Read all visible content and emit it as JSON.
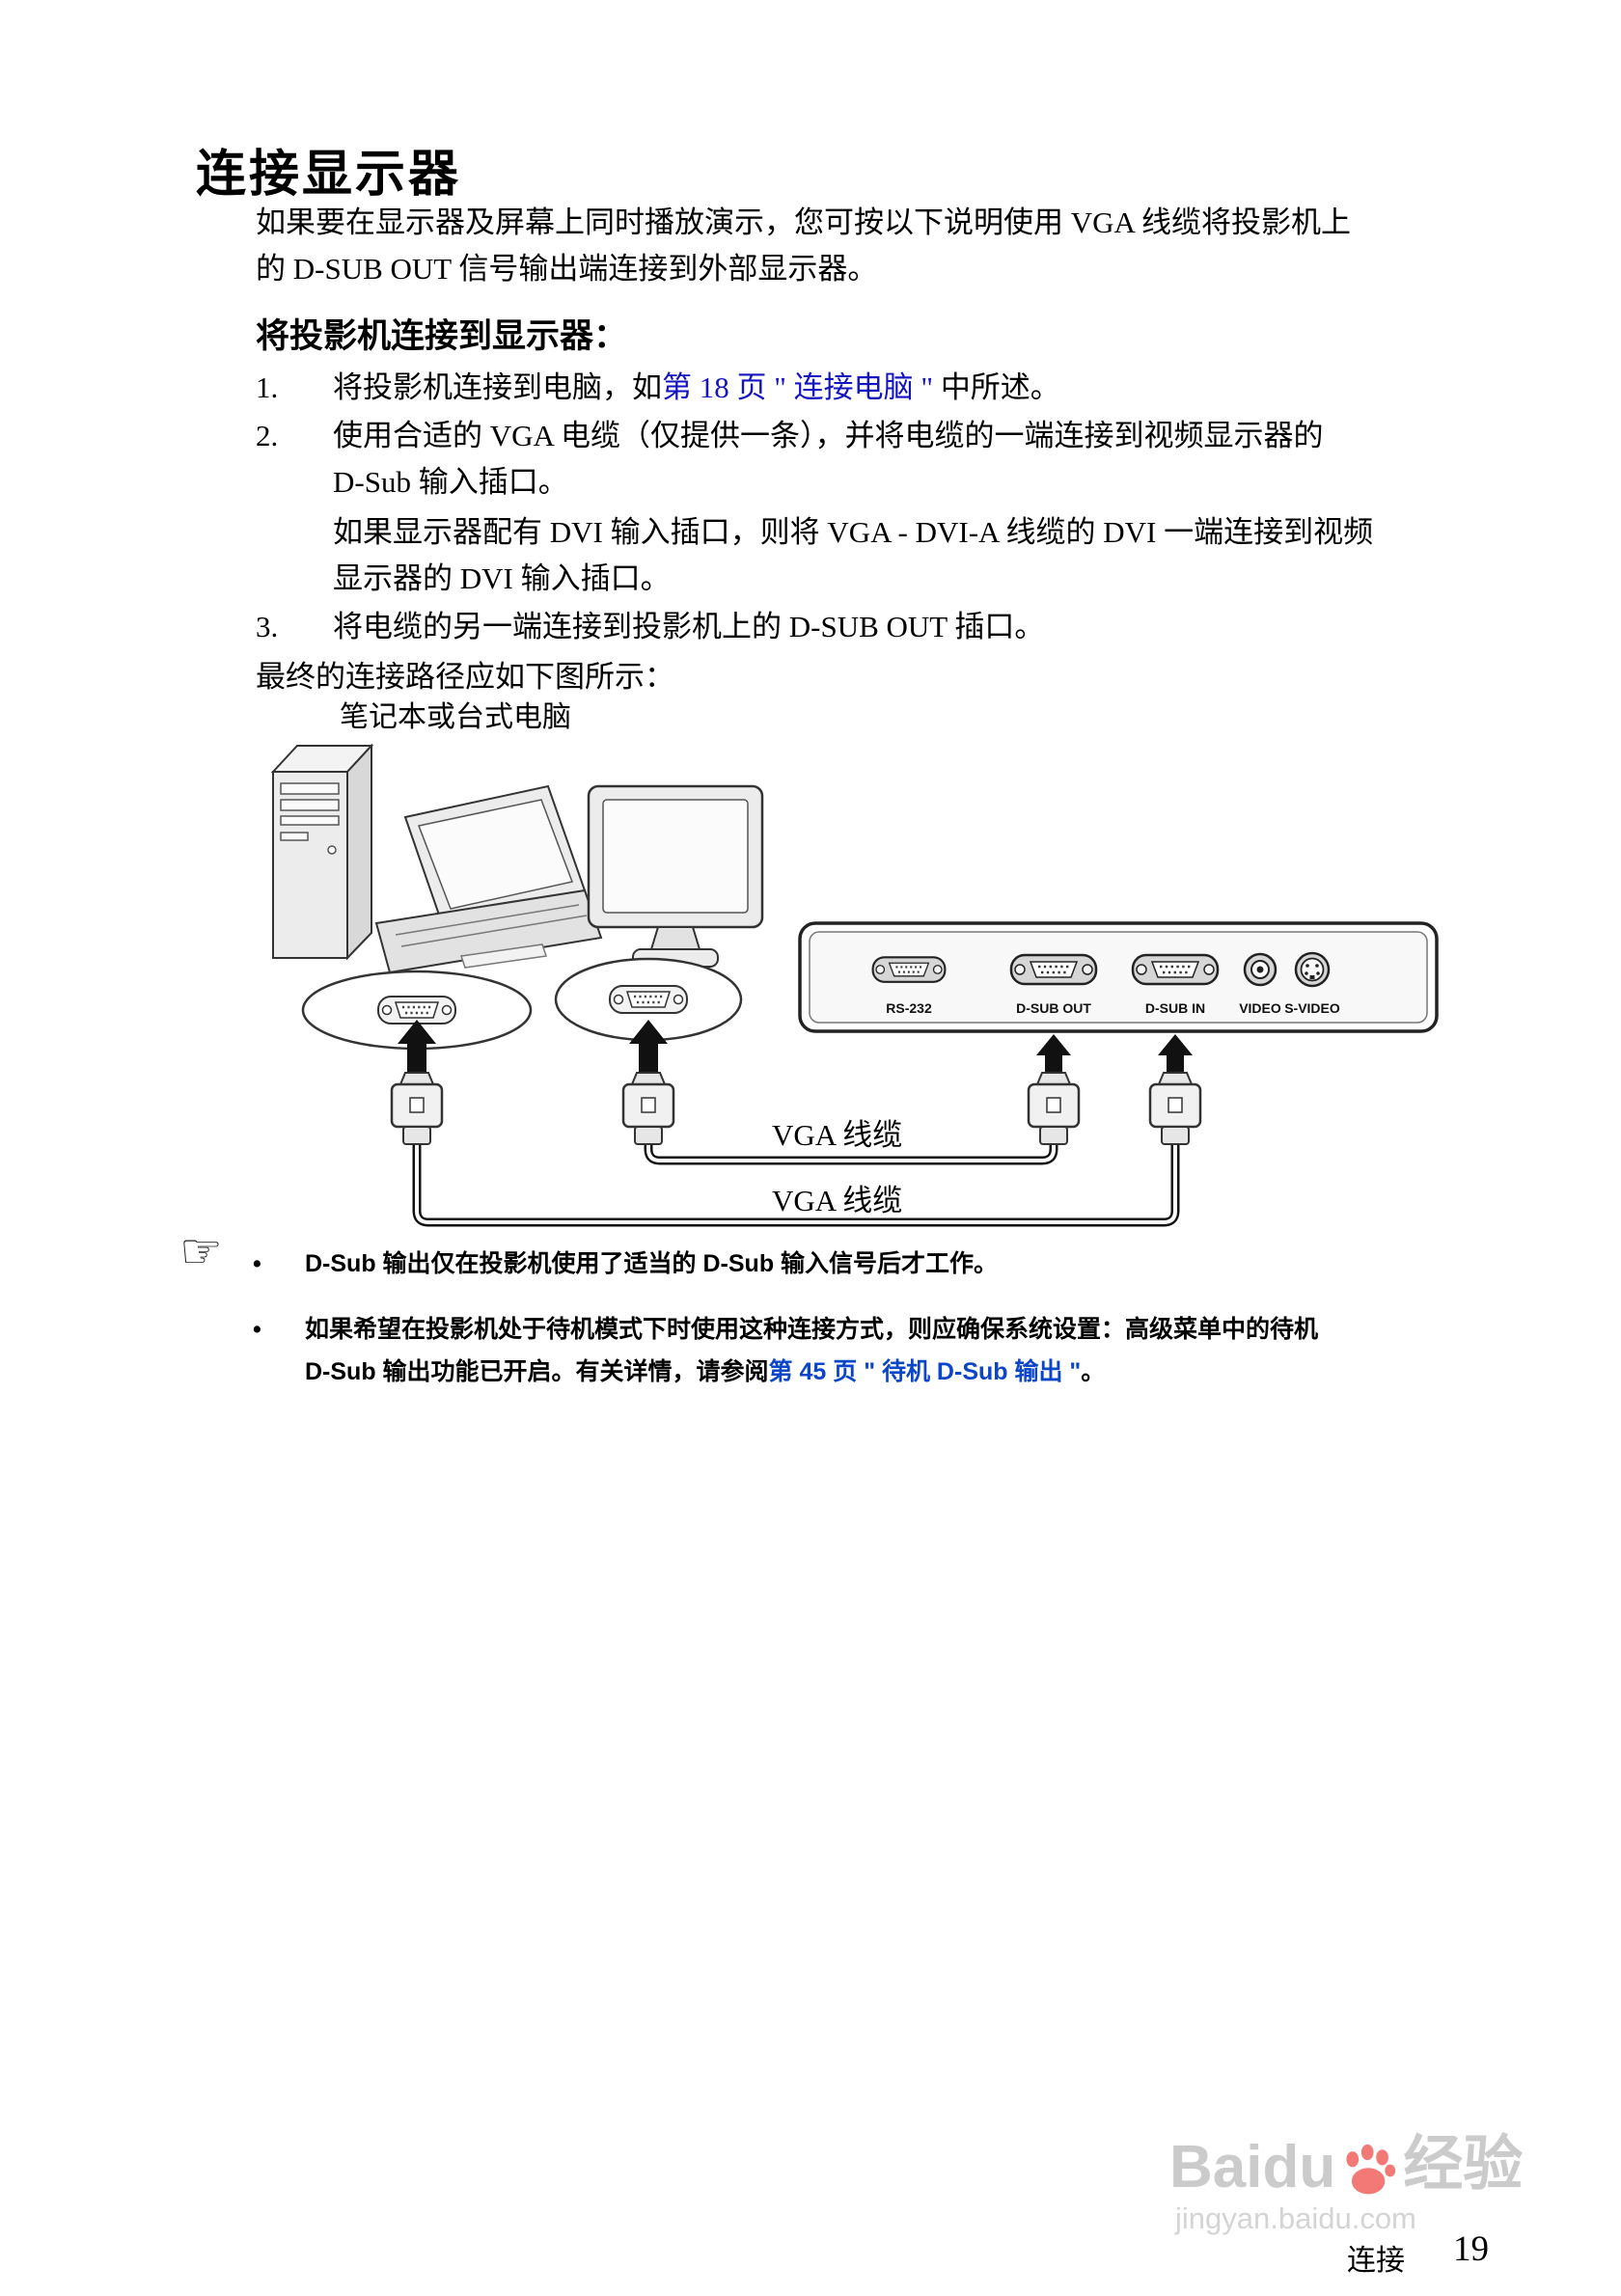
{
  "colors": {
    "body_link": "#1414BE",
    "note_link": "#0C46C8",
    "watermark_gray": "#CBCBCB",
    "paw_red": "#EF4D4A"
  },
  "header": {
    "title": "连接显示器"
  },
  "intro": {
    "line1": "如果要在显示器及屏幕上同时播放演示，您可按以下说明使用 VGA 线缆将投影机上",
    "line2": "的 D-SUB OUT 信号输出端连接到外部显示器。"
  },
  "section_heading": "将投影机连接到显示器：",
  "steps": {
    "s1": {
      "num": "1.",
      "pre": "将投影机连接到电脑，如",
      "link": "第 18 页 \" 连接电脑 \"",
      "post": " 中所述。"
    },
    "s2": {
      "num": "2.",
      "line1": "使用合适的 VGA 电缆（仅提供一条），并将电缆的一端连接到视频显示器的",
      "line2": "D-Sub 输入插口。",
      "line3": "如果显示器配有 DVI 输入插口，则将 VGA - DVI-A 线缆的 DVI 一端连接到视频",
      "line4": "显示器的 DVI 输入插口。"
    },
    "s3": {
      "num": "3.",
      "text": "将电缆的另一端连接到投影机上的 D-SUB OUT 插口。"
    }
  },
  "closing": "最终的连接路径应如下图所示：",
  "diagram": {
    "computer_label": "笔记本或台式电脑",
    "ports": {
      "rs232": "RS-232",
      "dsub_out": "D-SUB OUT",
      "dsub_in": "D-SUB IN",
      "video": "VIDEO",
      "svideo": "S-VIDEO"
    },
    "cable_label_1": "VGA 线缆",
    "cable_label_2": "VGA 线缆"
  },
  "notes": {
    "bullet": "•",
    "n1": "D-Sub 输出仅在投影机使用了适当的 D-Sub 输入信号后才工作。",
    "n2_line1": "如果希望在投影机处于待机模式下时使用这种连接方式，则应确保系统设置：高级菜单中的待机",
    "n2_line2_pre": "D-Sub 输出功能已开启。有关详情，请参阅",
    "n2_link": "第 45 页 \" 待机 D-Sub 输出 \"",
    "n2_post": "。"
  },
  "footer": {
    "section_label": "连接",
    "page_number": "19"
  },
  "watermark": {
    "brand": "Baidu",
    "brand_cn": "经验",
    "url": "jingyan.baidu.com"
  }
}
